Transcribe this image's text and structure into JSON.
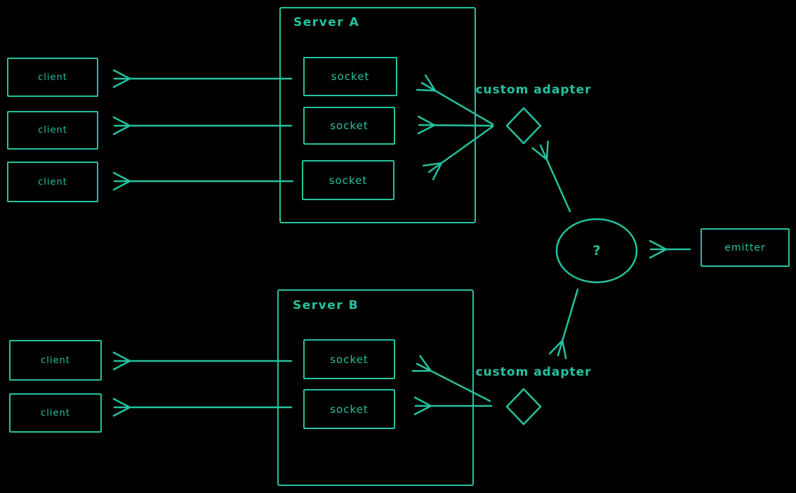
{
  "colors": {
    "stroke": "#25c2a0",
    "background": "#000000"
  },
  "server_a": {
    "title": "Server A",
    "sockets": [
      "socket",
      "socket",
      "socket"
    ]
  },
  "server_b": {
    "title": "Server B",
    "sockets": [
      "socket",
      "socket"
    ]
  },
  "clients_top": [
    "client",
    "client",
    "client"
  ],
  "clients_bottom": [
    "client",
    "client"
  ],
  "adapters": {
    "top": {
      "label": "custom adapter"
    },
    "bottom": {
      "label": "custom adapter"
    }
  },
  "hub": {
    "label": "?"
  },
  "emitter": {
    "label": "emitter"
  }
}
